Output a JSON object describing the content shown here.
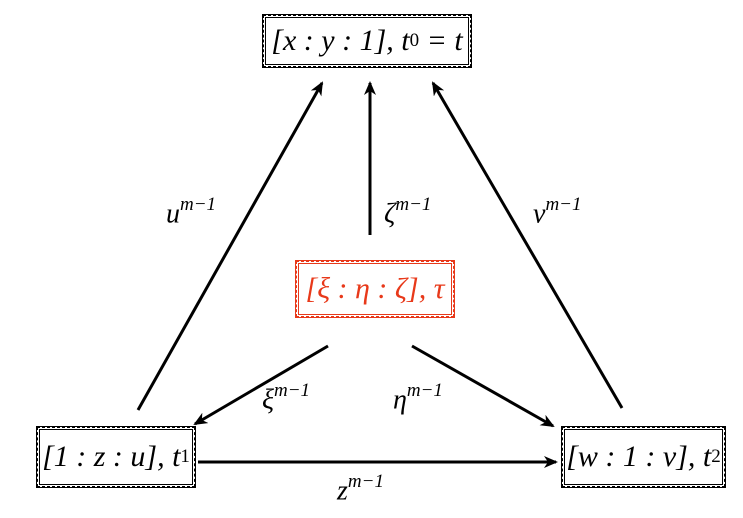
{
  "nodes": {
    "top": {
      "main": "[x : y : 1], t",
      "sub": "0",
      "tail": " = t"
    },
    "center": {
      "text": "[ξ : η : ζ], τ"
    },
    "left": {
      "main": "[1 : z : u], t",
      "sub": "1"
    },
    "right": {
      "main": "[w : 1 : v], t",
      "sub": "2"
    }
  },
  "edges": {
    "left_up": {
      "base": "u",
      "exp": "m−1"
    },
    "center_up": {
      "base": "ζ",
      "exp": "m−1"
    },
    "right_up": {
      "base": "v",
      "exp": "m−1"
    },
    "center_left": {
      "base": "ξ",
      "exp": "m−1"
    },
    "center_right": {
      "base": "η",
      "exp": "m−1"
    },
    "left_right": {
      "base": "z",
      "exp": "m−1"
    }
  },
  "colors": {
    "highlight": "#e8391a",
    "default": "#000000"
  }
}
